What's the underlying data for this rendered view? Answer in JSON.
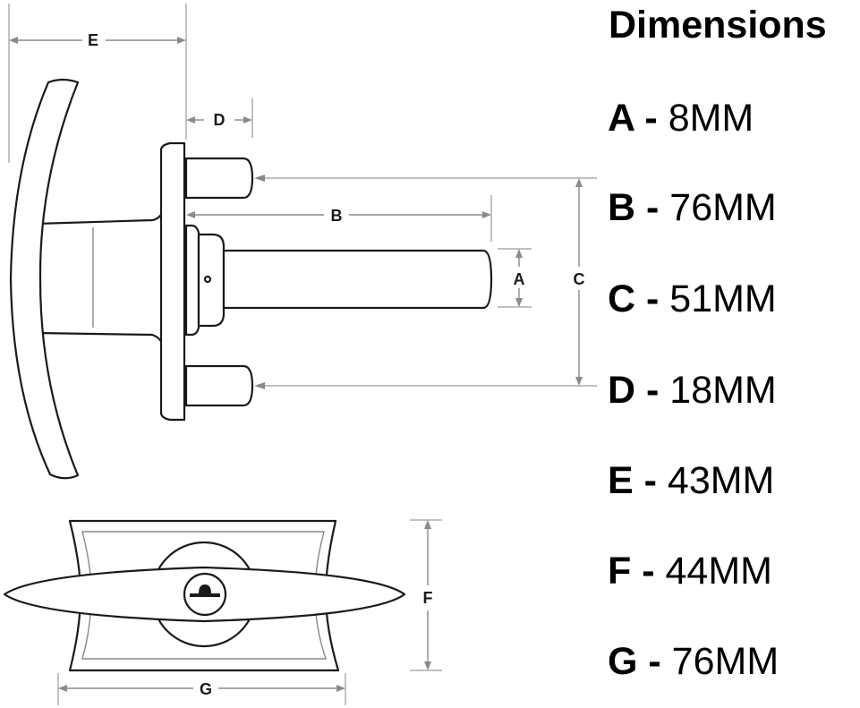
{
  "legend": {
    "title": "Dimensions",
    "items": [
      {
        "letter": "A",
        "separator": " - ",
        "value": "8MM"
      },
      {
        "letter": "B",
        "separator": " - ",
        "value": "76MM"
      },
      {
        "letter": "C",
        "separator": " - ",
        "value": "51MM"
      },
      {
        "letter": "D",
        "separator": " - ",
        "value": "18MM"
      },
      {
        "letter": "E",
        "separator": " - ",
        "value": "43MM"
      },
      {
        "letter": "F",
        "separator": " - ",
        "value": "44MM"
      },
      {
        "letter": "G",
        "separator": " - ",
        "value": "76MM"
      }
    ]
  },
  "diagram_labels": {
    "a": "A",
    "b": "B",
    "c": "C",
    "d": "D",
    "e": "E",
    "f": "F",
    "g": "G"
  }
}
